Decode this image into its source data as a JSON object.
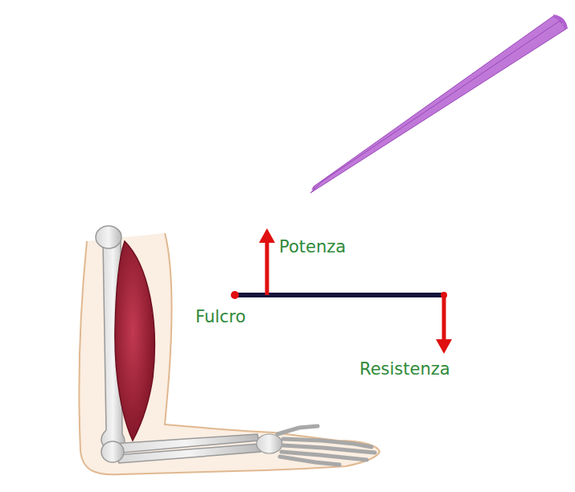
{
  "diagram": {
    "labels": [
      "Potenza",
      "Fulcro",
      "Resistenza"
    ]
  }
}
